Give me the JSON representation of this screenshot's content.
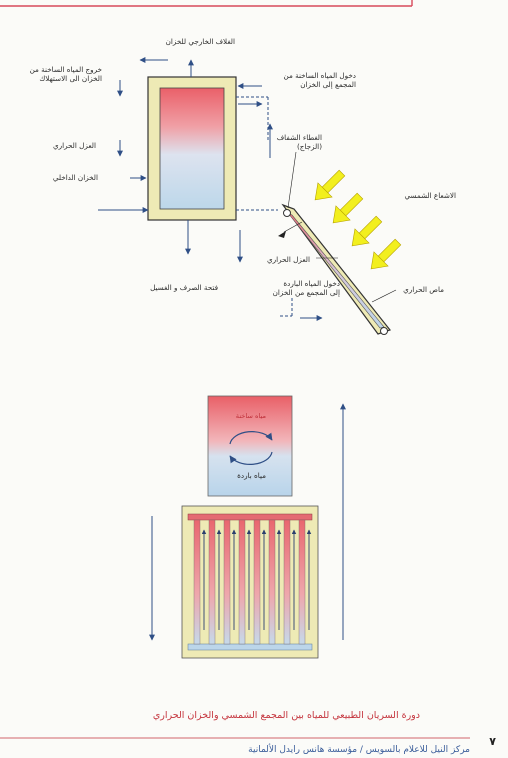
{
  "top_diagram": {
    "labels": {
      "outer_casing": "الغلاف الخارجي للخزان",
      "hot_out_tank": "خروج المياه الساخنة من\nالخزان الى الاستهلاك",
      "hot_in_collector": "دخول المياه الساخنة من\nالمجمع إلى الخزان",
      "insulation_tank": "العزل الحراري",
      "inner_tank": "الخزان الداخلي",
      "glass_cover": "الغطاء الشفاف\n(الزجاج)",
      "solar_radiation": "الاشعاع الشمسي",
      "insulation_collector": "العزل الحراري",
      "drain_valve": "فتحة الصرف و الغسيل",
      "cold_in": "دخول المياه الباردة\nإلى المجمع من الخزان",
      "absorber": "ماص الحراري"
    }
  },
  "bottom_diagram": {
    "labels": {
      "hot_water": "مياه ساخنة",
      "cold_water": "مياه باردة"
    }
  },
  "caption": "دورة السريان الطبيعي للمياه بين المجمع الشمسي والخزان الحراري",
  "footer": {
    "page_number": "٧",
    "publisher": "مركز النيل للاعلام بالسويس / مؤسسة هانس رايدل الألمانية"
  },
  "colors": {
    "hot": "#e8676e",
    "cold": "#bcd6ea",
    "insulation": "#eeeab5",
    "arrow": "#2f4f86",
    "sun_arrow": "#f2ef1e",
    "caption": "#c4333c"
  }
}
